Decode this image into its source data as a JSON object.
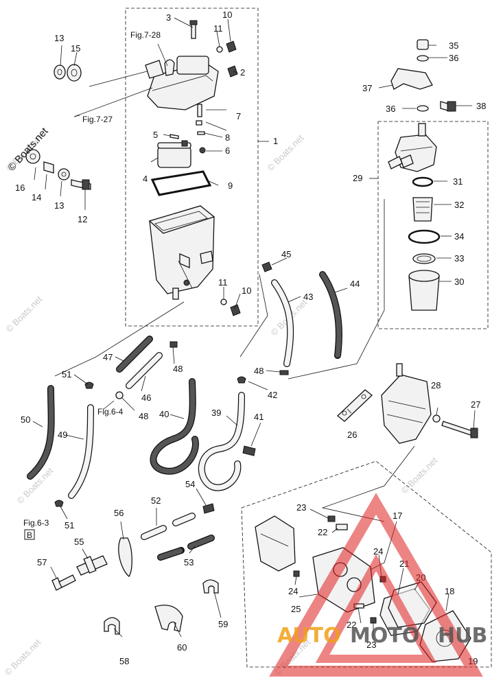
{
  "watermark": {
    "site": "© Boats.net",
    "brand_a": "AUTO",
    "brand_b": "MOTO",
    "brand_c": "HUB"
  },
  "callouts": [
    {
      "id": "c1",
      "text": "1"
    },
    {
      "id": "c2",
      "text": "2"
    },
    {
      "id": "c3",
      "text": "3"
    },
    {
      "id": "c4",
      "text": "4"
    },
    {
      "id": "c5",
      "text": "5"
    },
    {
      "id": "c6",
      "text": "6"
    },
    {
      "id": "c7",
      "text": "7"
    },
    {
      "id": "c8",
      "text": "8"
    },
    {
      "id": "c9",
      "text": "9"
    },
    {
      "id": "c10a",
      "text": "10"
    },
    {
      "id": "c10b",
      "text": "10"
    },
    {
      "id": "c11a",
      "text": "11"
    },
    {
      "id": "c11b",
      "text": "11"
    },
    {
      "id": "c12",
      "text": "12"
    },
    {
      "id": "c13a",
      "text": "13"
    },
    {
      "id": "c13b",
      "text": "13"
    },
    {
      "id": "c14",
      "text": "14"
    },
    {
      "id": "c15",
      "text": "15"
    },
    {
      "id": "c16",
      "text": "16"
    },
    {
      "id": "c17",
      "text": "17"
    },
    {
      "id": "c18",
      "text": "18"
    },
    {
      "id": "c19",
      "text": "19"
    },
    {
      "id": "c20",
      "text": "20"
    },
    {
      "id": "c21",
      "text": "21"
    },
    {
      "id": "c22a",
      "text": "22"
    },
    {
      "id": "c22b",
      "text": "22"
    },
    {
      "id": "c23a",
      "text": "23"
    },
    {
      "id": "c23b",
      "text": "23"
    },
    {
      "id": "c24a",
      "text": "24"
    },
    {
      "id": "c24b",
      "text": "24"
    },
    {
      "id": "c25",
      "text": "25"
    },
    {
      "id": "c26",
      "text": "26"
    },
    {
      "id": "c27",
      "text": "27"
    },
    {
      "id": "c28",
      "text": "28"
    },
    {
      "id": "c29",
      "text": "29"
    },
    {
      "id": "c30",
      "text": "30"
    },
    {
      "id": "c31",
      "text": "31"
    },
    {
      "id": "c32",
      "text": "32"
    },
    {
      "id": "c33",
      "text": "33"
    },
    {
      "id": "c34",
      "text": "34"
    },
    {
      "id": "c35",
      "text": "35"
    },
    {
      "id": "c36a",
      "text": "36"
    },
    {
      "id": "c36b",
      "text": "36"
    },
    {
      "id": "c37",
      "text": "37"
    },
    {
      "id": "c38",
      "text": "38"
    },
    {
      "id": "c39",
      "text": "39"
    },
    {
      "id": "c40",
      "text": "40"
    },
    {
      "id": "c41",
      "text": "41"
    },
    {
      "id": "c42",
      "text": "42"
    },
    {
      "id": "c43",
      "text": "43"
    },
    {
      "id": "c44",
      "text": "44"
    },
    {
      "id": "c45",
      "text": "45"
    },
    {
      "id": "c46",
      "text": "46"
    },
    {
      "id": "c47",
      "text": "47"
    },
    {
      "id": "c48a",
      "text": "48"
    },
    {
      "id": "c48b",
      "text": "48"
    },
    {
      "id": "c48c",
      "text": "48"
    },
    {
      "id": "c49",
      "text": "49"
    },
    {
      "id": "c50",
      "text": "50"
    },
    {
      "id": "c51a",
      "text": "51"
    },
    {
      "id": "c51b",
      "text": "51"
    },
    {
      "id": "c52",
      "text": "52"
    },
    {
      "id": "c53",
      "text": "53"
    },
    {
      "id": "c54",
      "text": "54"
    },
    {
      "id": "c55",
      "text": "55"
    },
    {
      "id": "c56",
      "text": "56"
    },
    {
      "id": "c57",
      "text": "57"
    },
    {
      "id": "c58",
      "text": "58"
    },
    {
      "id": "c59",
      "text": "59"
    },
    {
      "id": "c60",
      "text": "60"
    }
  ],
  "refs": {
    "fig_7_28": "Fig.7-28",
    "fig_7_27": "Fig.7-27",
    "fig_6_4": "Fig.6-4",
    "fig_6_3": "Fig.6-3",
    "box_b": "B"
  }
}
